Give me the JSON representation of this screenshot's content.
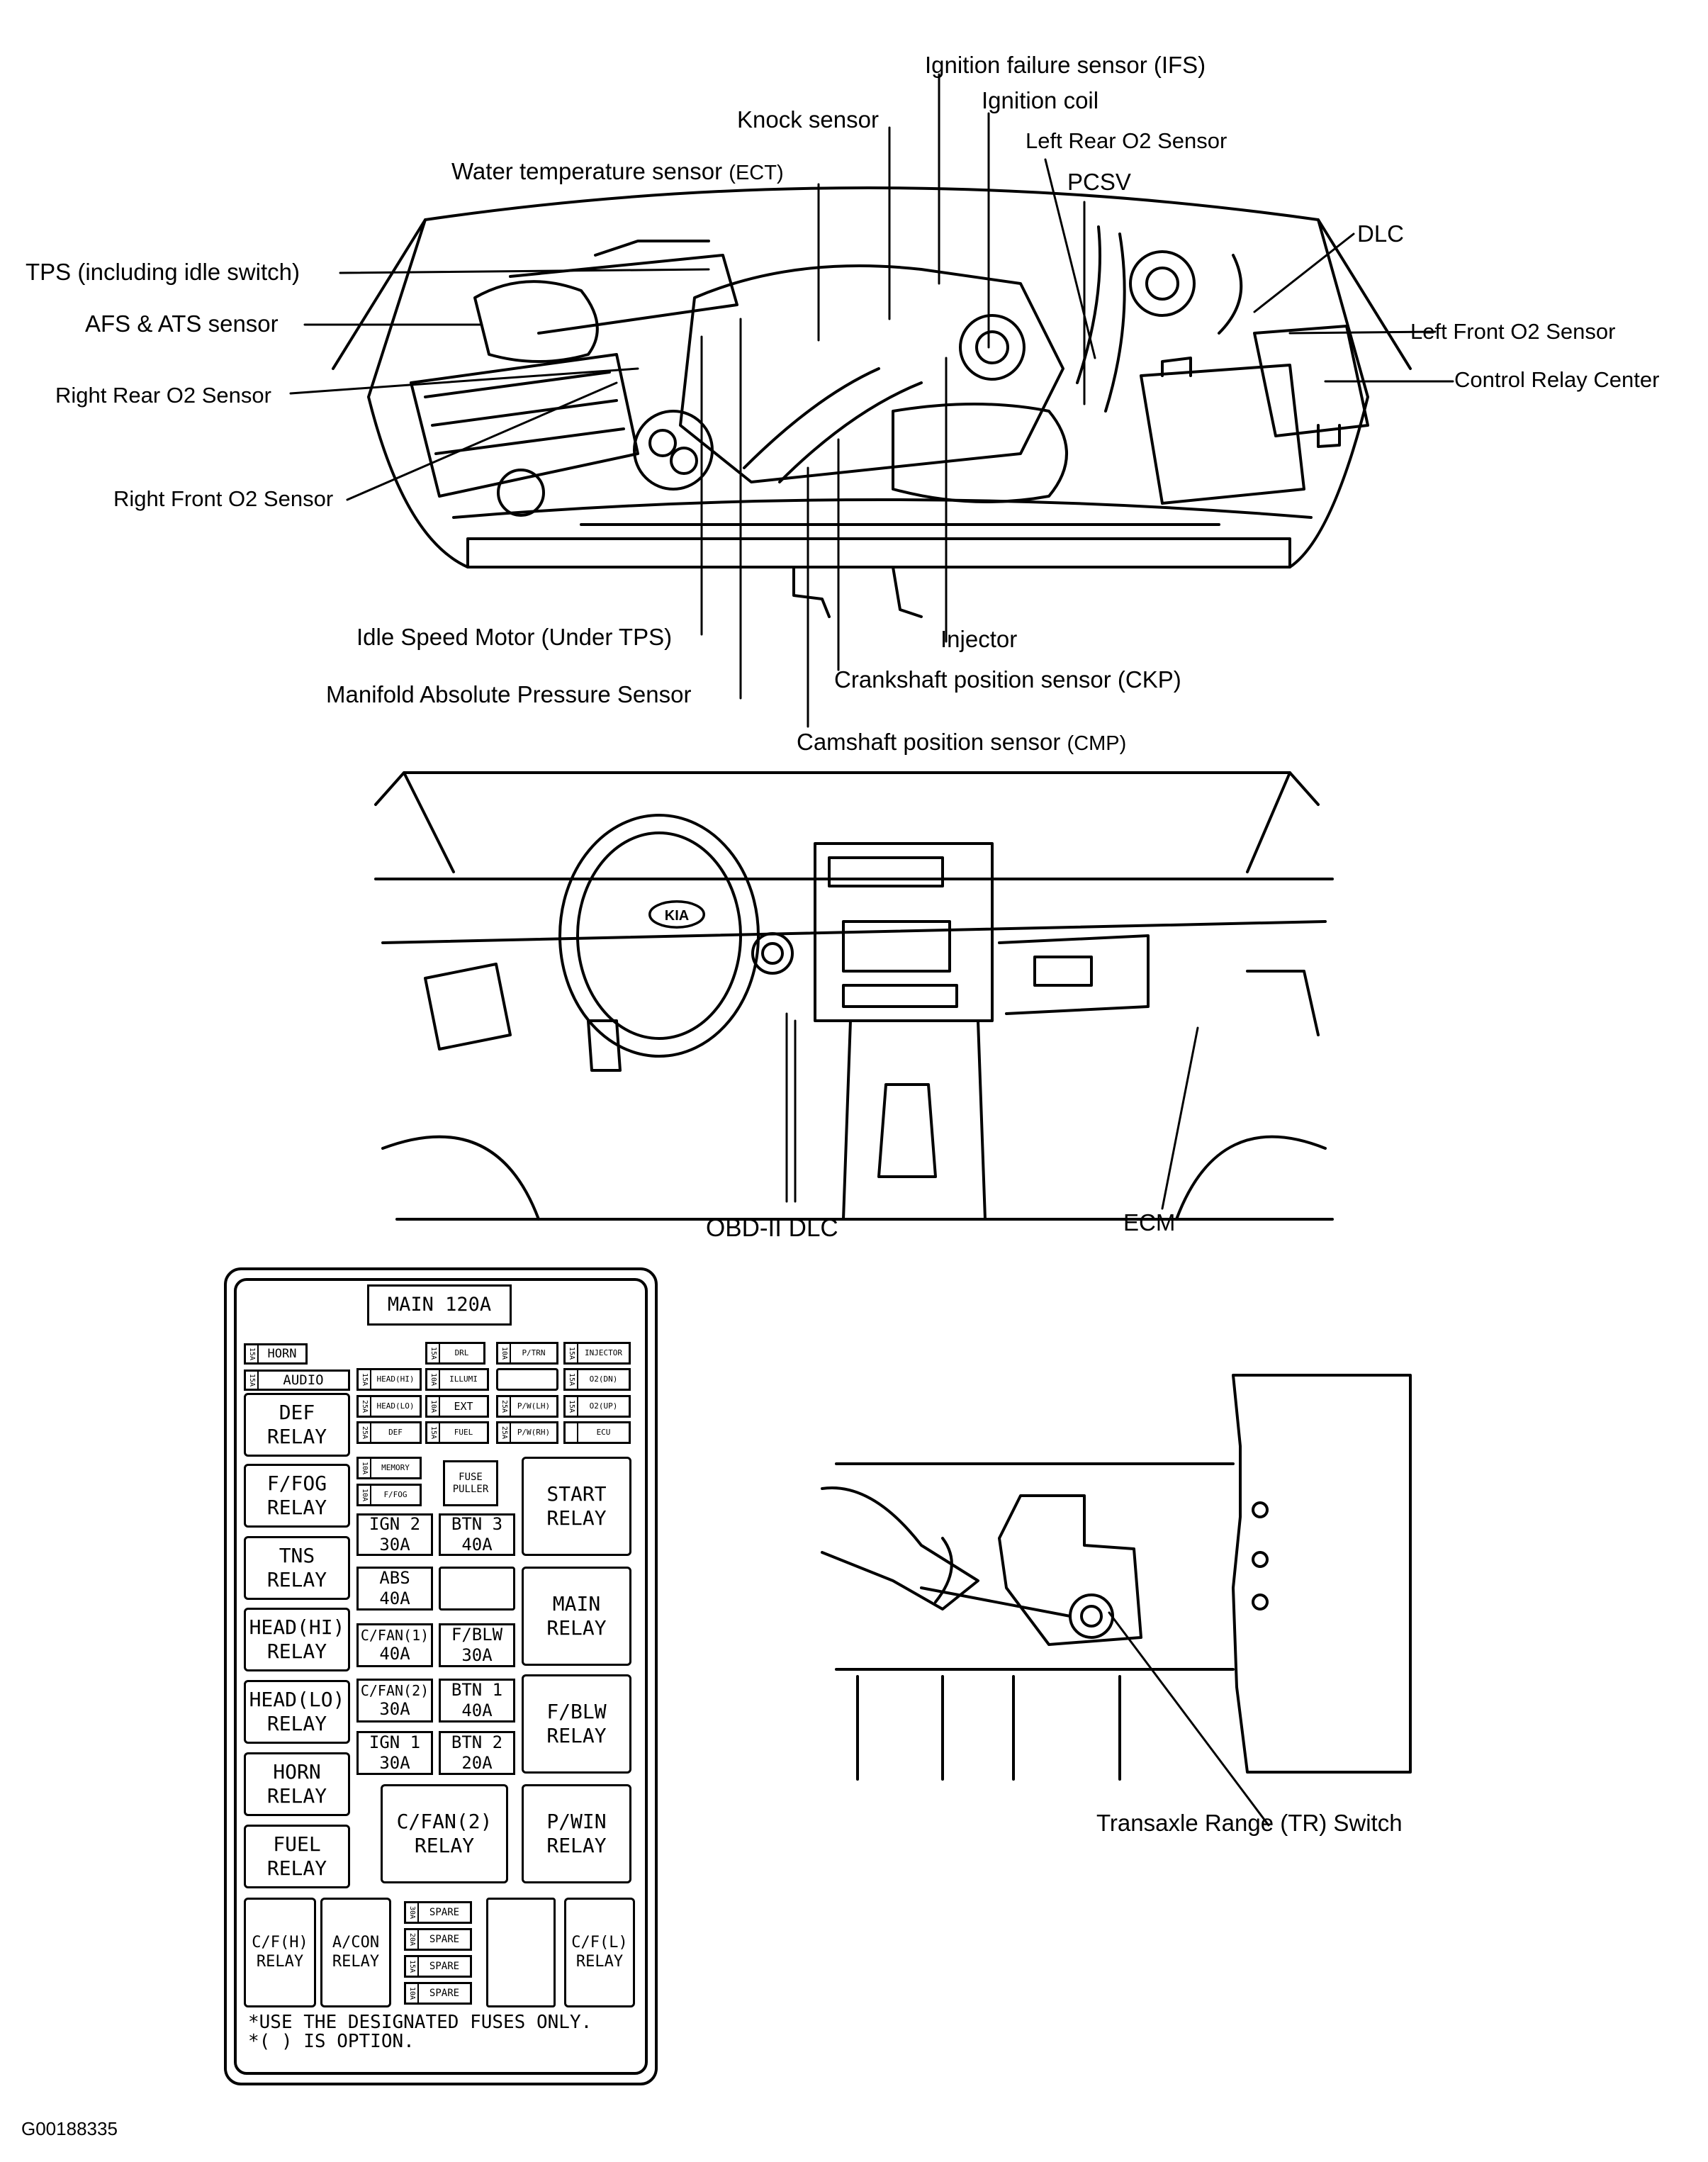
{
  "engine_labels": {
    "ifs": "Ignition failure sensor (IFS)",
    "ignition_coil": "Ignition coil",
    "knock": "Knock sensor",
    "left_rear_o2": "Left Rear O2 Sensor",
    "pcsv": "PCSV",
    "ect_prefix": "Water temperature sensor",
    "ect_suffix": "(ECT)",
    "dlc": "DLC",
    "tps": "TPS (including idle switch)",
    "afs": "AFS & ATS sensor",
    "left_front_o2": "Left Front O2 Sensor",
    "control_relay": "Control Relay Center",
    "right_rear_o2": "Right Rear O2 Sensor",
    "right_front_o2": "Right Front O2 Sensor",
    "idle_speed": "Idle Speed Motor (Under TPS)",
    "injector": "Injector",
    "ckp": "Crankshaft position sensor (CKP)",
    "map": "Manifold Absolute Pressure Sensor",
    "cmp_prefix": "Camshaft position sensor",
    "cmp_suffix": "(CMP)"
  },
  "dash_labels": {
    "obd": "OBD-II DLC",
    "ecm": "ECM",
    "steering_logo": "KIA"
  },
  "fuse_box": {
    "main": "MAIN 120A",
    "relays": {
      "def": [
        "DEF",
        "RELAY"
      ],
      "ffog": [
        "F/FOG",
        "RELAY"
      ],
      "tns": [
        "TNS",
        "RELAY"
      ],
      "head_hi": [
        "HEAD(HI)",
        "RELAY"
      ],
      "head_lo": [
        "HEAD(LO)",
        "RELAY"
      ],
      "horn": [
        "HORN",
        "RELAY"
      ],
      "fuel": [
        "FUEL",
        "RELAY"
      ],
      "cfh": [
        "C/F(H)",
        "RELAY"
      ],
      "acon": [
        "A/CON",
        "RELAY"
      ],
      "start": [
        "START",
        "RELAY"
      ],
      "main": [
        "MAIN",
        "RELAY"
      ],
      "fblw": [
        "F/BLW",
        "RELAY"
      ],
      "pwin": [
        "P/WIN",
        "RELAY"
      ],
      "cfan2": [
        "C/FAN(2)",
        "RELAY"
      ],
      "cfl": [
        "C/F(L)",
        "RELAY"
      ]
    },
    "fuses": {
      "ign2": [
        "IGN 2",
        "30A"
      ],
      "btn3": [
        "BTN 3",
        "40A"
      ],
      "abs": [
        "ABS",
        "40A"
      ],
      "cfan1": [
        "C/FAN(1)",
        "40A"
      ],
      "fblw": [
        "F/BLW",
        "30A"
      ],
      "cfan2": [
        "C/FAN(2)",
        "30A"
      ],
      "btn1": [
        "BTN 1",
        "40A"
      ],
      "ign1": [
        "IGN 1",
        "30A"
      ],
      "btn2": [
        "BTN 2",
        "20A"
      ]
    },
    "mini": {
      "horn": [
        "15A",
        "HORN"
      ],
      "audio": [
        "15A",
        "AUDIO"
      ],
      "drl": [
        "15A",
        "DRL"
      ],
      "ptrn": [
        "10A",
        "P/TRN"
      ],
      "injector": [
        "15A",
        "INJECTOR"
      ],
      "head_hi": [
        "15A",
        "HEAD(HI)"
      ],
      "illum": [
        "10A",
        "ILLUMI"
      ],
      "o2dn": [
        "15A",
        "O2(DN)"
      ],
      "head_lo": [
        "25A",
        "HEAD(LO)"
      ],
      "ext": [
        "10A",
        "EXT"
      ],
      "pwlh": [
        "25A",
        "P/W(LH)"
      ],
      "o2up": [
        "15A",
        "O2(UP)"
      ],
      "def": [
        "25A",
        "DEF"
      ],
      "fuel": [
        "15A",
        "FUEL"
      ],
      "pwrh": [
        "25A",
        "P/W(RH)"
      ],
      "ecu": [
        "",
        "ECU"
      ],
      "memory": [
        "10A",
        "MEMORY"
      ],
      "ffog": [
        "10A",
        "F/FOG"
      ],
      "spare1": [
        "30A",
        "SPARE"
      ],
      "spare2": [
        "20A",
        "SPARE"
      ],
      "spare3": [
        "15A",
        "SPARE"
      ],
      "spare4": [
        "10A",
        "SPARE"
      ]
    },
    "fuse_puller": [
      "FUSE",
      "PULLER"
    ],
    "note_line1": "*USE THE DESIGNATED FUSES ONLY.",
    "note_line2": "*( ) IS OPTION."
  },
  "tr_label": "Transaxle Range (TR) Switch",
  "figure_id": "G00188335"
}
